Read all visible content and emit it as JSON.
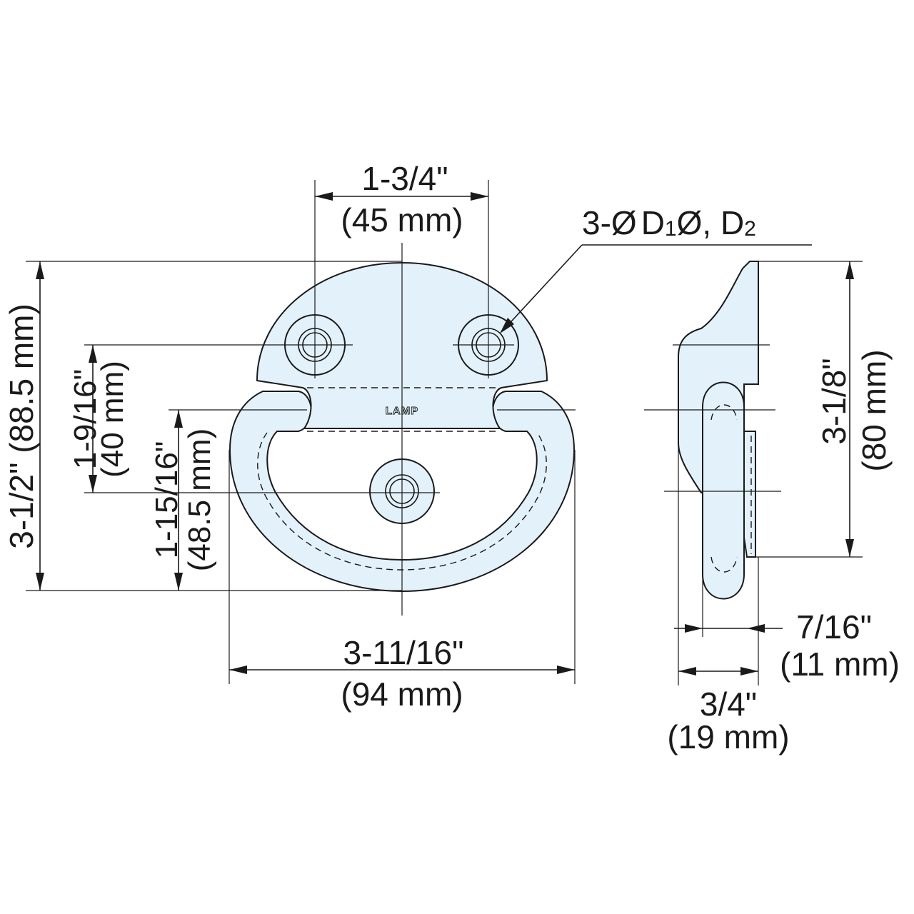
{
  "front_view": {
    "hole_spacing": {
      "inch": "1-3/4\"",
      "mm": "(45 mm)"
    },
    "hole_callout": {
      "count": "3-Ø",
      "d1": "D",
      "d1_sub": "1",
      "d2_prefix": "Ø, D",
      "d2_sub": "2"
    },
    "overall_height": {
      "label": "3-1/2\" (88.5 mm)"
    },
    "upper_hole_height": {
      "inch": "1-9/16\"",
      "mm": "(40 mm)"
    },
    "ring_height": {
      "inch": "1-15/16\"",
      "mm": "(48.5 mm)"
    },
    "overall_width": {
      "inch": "3-11/16\"",
      "mm": "(94 mm)"
    },
    "logo_text": "LAMP"
  },
  "side_view": {
    "height": {
      "inch": "3-1/8\"",
      "mm": "(80 mm)"
    },
    "plate_thickness": {
      "inch": "7/16\"",
      "mm": "(11 mm)"
    },
    "overall_depth": {
      "inch": "3/4\"",
      "mm": "(19 mm)"
    }
  }
}
